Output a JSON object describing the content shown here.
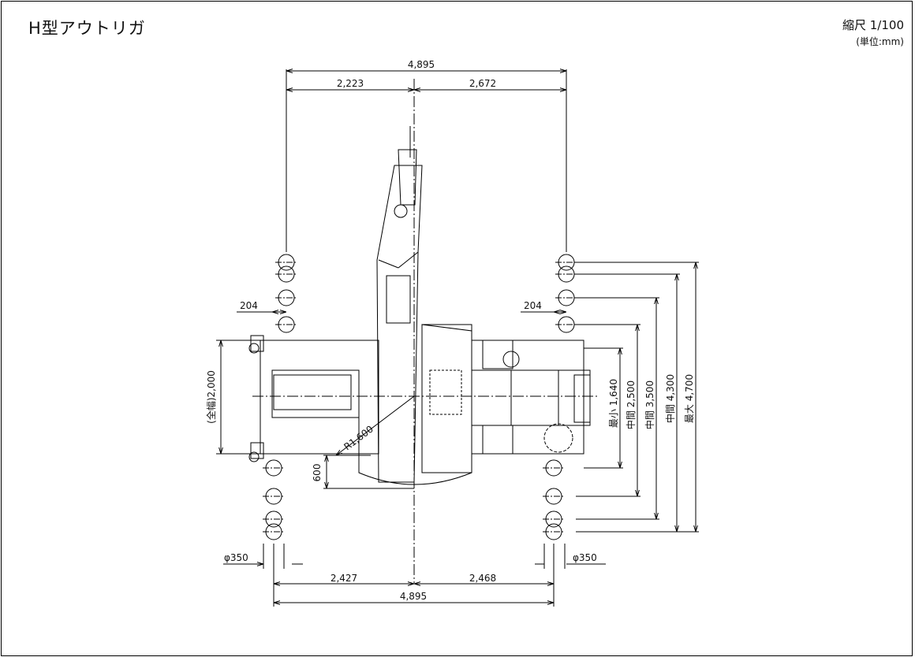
{
  "title": "H型アウトリガ",
  "scale": "縮尺 1/100",
  "unit": "(単位:mm)",
  "dims": {
    "top_total": "4,895",
    "top_left": "2,223",
    "top_right": "2,672",
    "bottom_left": "2,427",
    "bottom_right": "2,468",
    "bottom_total": "4,895",
    "offset_left": "204",
    "offset_right": "204",
    "pad_dia_left": "φ350",
    "pad_dia_right": "φ350",
    "overall_width": "(全幅)2,000",
    "radius": "R1,600",
    "rear_overhang": "600"
  },
  "spans": {
    "min": "最小 1,640",
    "mid1": "中間 2,500",
    "mid2": "中間 3,500",
    "mid3": "中間 4,300",
    "max": "最大 4,700"
  }
}
